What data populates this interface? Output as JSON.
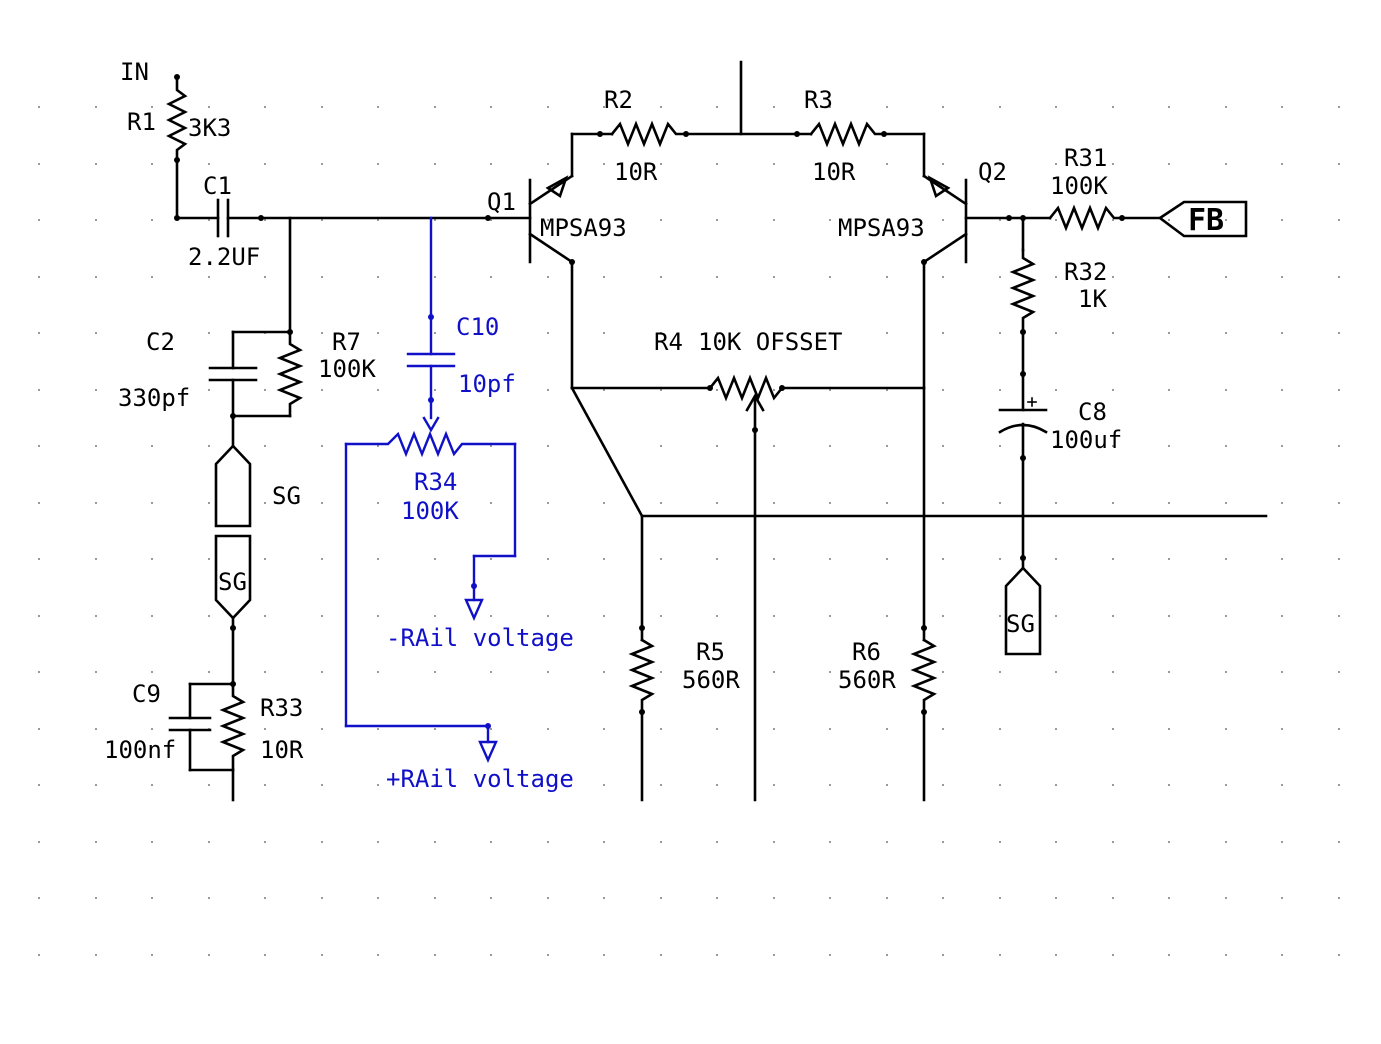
{
  "input": {
    "label": "IN"
  },
  "components": {
    "R1": {
      "ref": "R1",
      "value": "3K3"
    },
    "C1": {
      "ref": "C1",
      "value": "2.2UF"
    },
    "C2": {
      "ref": "C2",
      "value": "330pf"
    },
    "R7": {
      "ref": "R7",
      "value": "100K"
    },
    "C10": {
      "ref": "C10",
      "value": "10pf"
    },
    "R34": {
      "ref": "R34",
      "value": "100K"
    },
    "R2": {
      "ref": "R2",
      "value": "10R"
    },
    "R3": {
      "ref": "R3",
      "value": "10R"
    },
    "Q1": {
      "ref": "Q1",
      "value": "MPSA93"
    },
    "Q2": {
      "ref": "Q2",
      "value": "MPSA93"
    },
    "R4": {
      "ref": "R4",
      "value": "10K OFSSET"
    },
    "R31": {
      "ref": "R31",
      "value": "100K"
    },
    "R32": {
      "ref": "R32",
      "value": "1K"
    },
    "C8": {
      "ref": "C8",
      "value": "100uf"
    },
    "R5": {
      "ref": "R5",
      "value": "560R"
    },
    "R6": {
      "ref": "R6",
      "value": "560R"
    },
    "C9": {
      "ref": "C9",
      "value": "100nf"
    },
    "R33": {
      "ref": "R33",
      "value": "10R"
    }
  },
  "grounds": {
    "sg_label": "SG",
    "sg_upper_label": "SG",
    "sg_lower_label": "SG",
    "sg_right_label": "SG"
  },
  "output": {
    "label": "FB"
  },
  "rails": {
    "negative": "-RAil voltage",
    "positive": "+RAil voltage"
  },
  "colors": {
    "wire": "#000000",
    "annotation": "#1010c8",
    "background": "#ffffff"
  }
}
